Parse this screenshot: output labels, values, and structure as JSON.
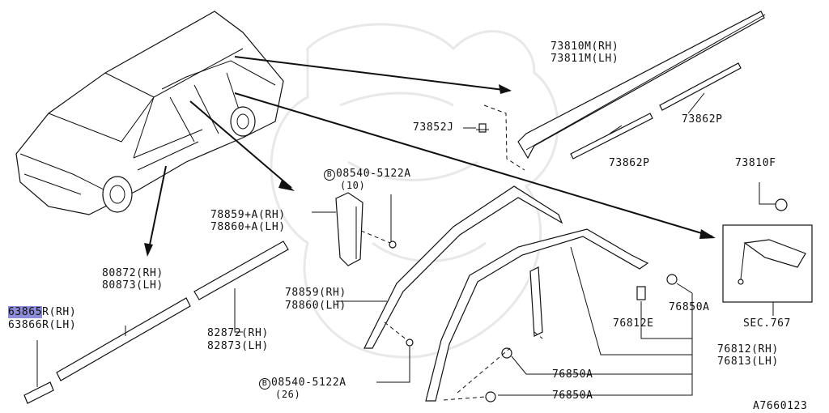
{
  "diagram_id": "A7660123",
  "sec_ref": "SEC.767",
  "labels": {
    "p73810m": "73810M(RH)",
    "p73811m": "73811M(LH)",
    "p73852j": "73852J",
    "p73862p_a": "73862P",
    "p73862p_b": "73862P",
    "p73810f": "73810F",
    "bolt_top_circ": "B",
    "bolt_top": "08540-5122A",
    "bolt_top_qty": "(10)",
    "p78859a": "78859+A(RH)",
    "p78860a": "78860+A(LH)",
    "p80872": "80872(RH)",
    "p80873": "80873(LH)",
    "p63865_hl": "63865",
    "p63865_rest": "R(RH)",
    "p63866": "63866R(LH)",
    "p78859": "78859(RH)",
    "p78860": "78860(LH)",
    "p82872": "82872(RH)",
    "p82873": "82873(LH)",
    "p76850a_1": "76850A",
    "p76812e": "76812E",
    "p76812": "76812(RH)",
    "p76813": "76813(LH)",
    "p76850a_2": "76850A",
    "p76850a_3": "76850A",
    "bolt_bot_circ": "B",
    "bolt_bot": "08540-5122A",
    "bolt_bot_qty": "(26)"
  },
  "colors": {
    "highlight": "#8c8cd9",
    "ink": "#111111"
  }
}
